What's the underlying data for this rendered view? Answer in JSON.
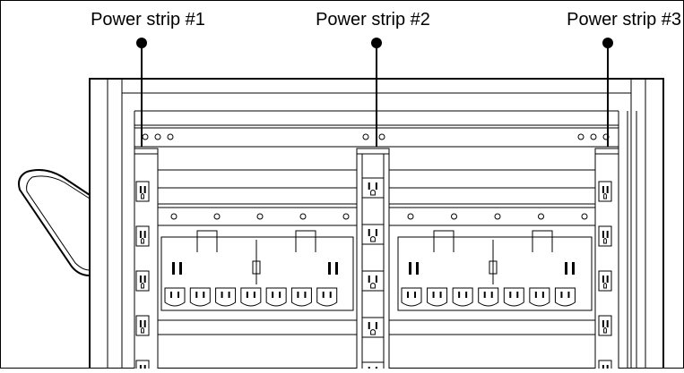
{
  "callouts": [
    {
      "label": "Power strip #1"
    },
    {
      "label": "Power strip #2"
    },
    {
      "label": "Power strip #3"
    }
  ],
  "colors": {
    "line": "#000000",
    "background": "#ffffff"
  },
  "icons": [
    "outlet-icon",
    "callout-dot"
  ]
}
